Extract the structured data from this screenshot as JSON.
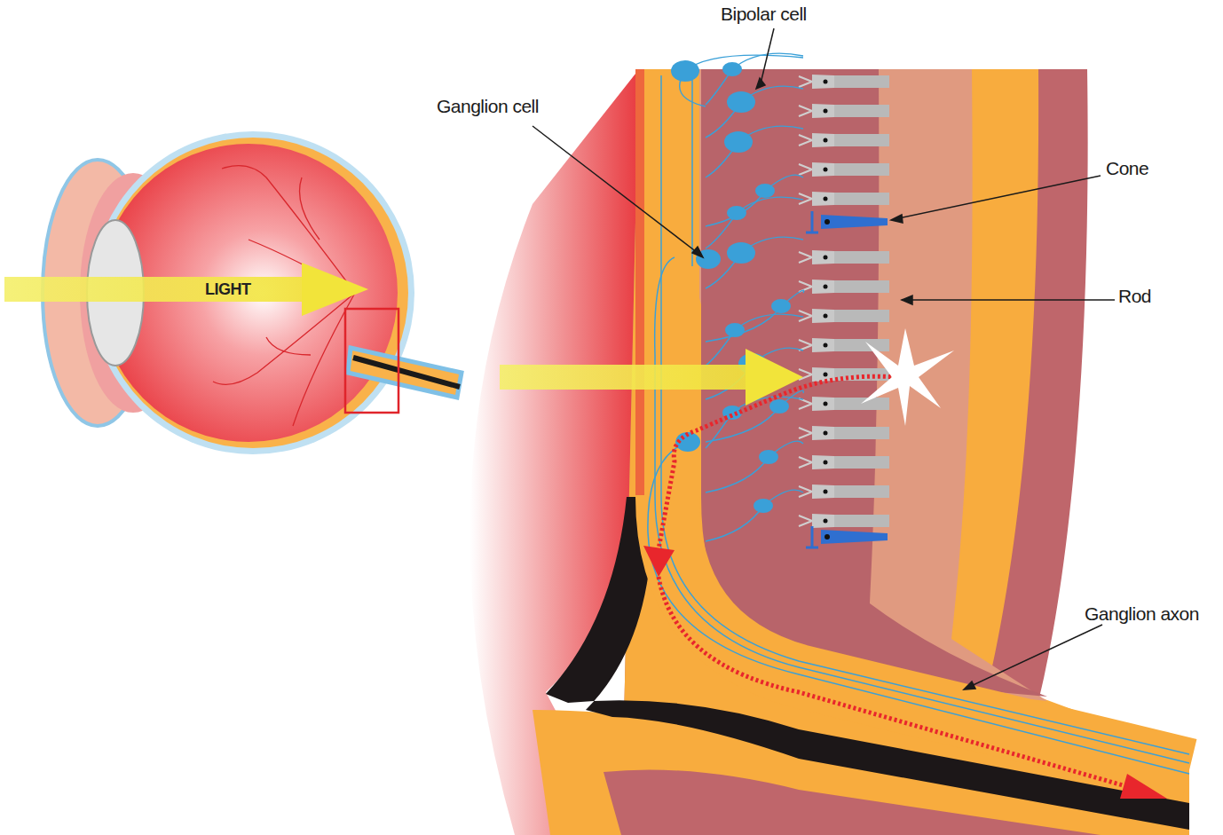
{
  "diagram": {
    "labels": [
      "Bipolar cell",
      "Ganglion cell",
      "Cone",
      "Rod",
      "Ganglion axon",
      "LIGHT"
    ]
  }
}
